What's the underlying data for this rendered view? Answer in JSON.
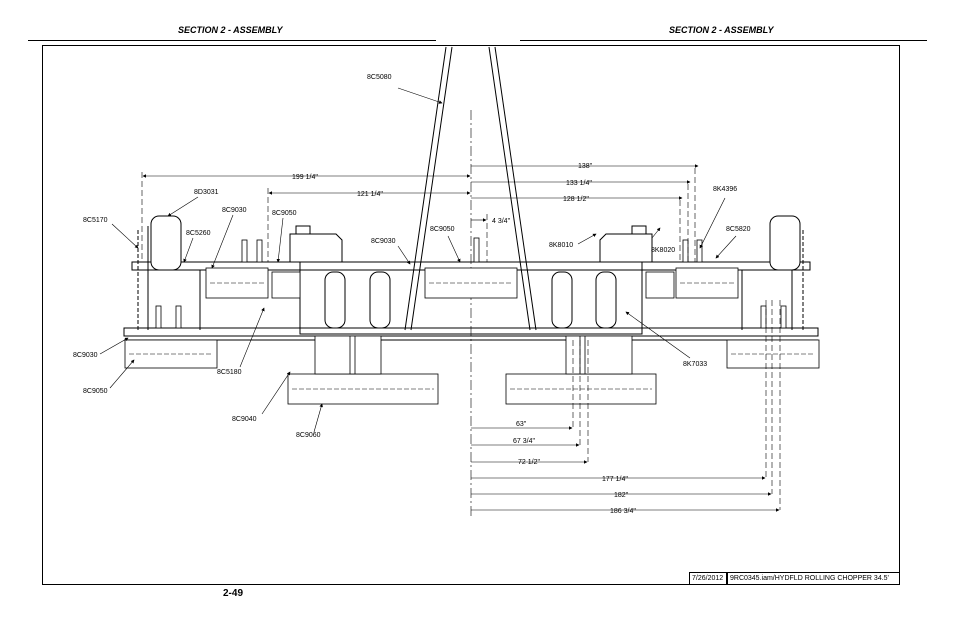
{
  "header": {
    "left_title": "SECTION 2 - ASSEMBLY",
    "right_title": "SECTION 2 - ASSEMBLY"
  },
  "footer": {
    "page_number": "2-49",
    "date": "7/26/2012",
    "file_name": "9RC0345.iam/HYDFLD ROLLING CHOPPER 34.5'"
  },
  "drawing": {
    "part_labels": [
      "8C5080",
      "8D3031",
      "8C9030",
      "8C9050",
      "8C5170",
      "8C5260",
      "8C9030",
      "8C9050",
      "8K8010",
      "8K8020",
      "8K4396",
      "8C5820",
      "8C9030",
      "8C9050",
      "8C5180",
      "8C9040",
      "8C9060",
      "8K7033"
    ],
    "dimensions_top": [
      "138\"",
      "133 1/4\"",
      "128 1/2\"",
      "199 1/4\"",
      "121 1/4\"",
      "4 3/4\""
    ],
    "dimensions_bottom": [
      "63\"",
      "67 3/4\"",
      "72 1/2\"",
      "177 1/4\"",
      "182\"",
      "186 3/4\""
    ]
  }
}
